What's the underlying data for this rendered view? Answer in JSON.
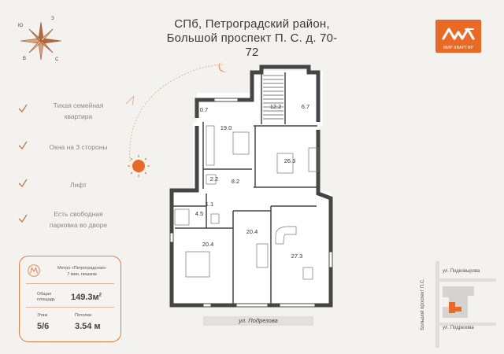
{
  "title": {
    "line1": "СПб, Петроградский район,",
    "line2": "Большой проспект П. С. д. 70-72"
  },
  "logo": {
    "caption": "МИР КВАРТИР",
    "color": "#ea6a25"
  },
  "compass": {
    "north": "З",
    "south": "В",
    "west": "Ю",
    "east": "С"
  },
  "features": [
    {
      "line1": "Тихая семейная",
      "line2": "квартира"
    },
    {
      "line1": "Окна на 3 стороны",
      "line2": ""
    },
    {
      "line1": "Лифт",
      "line2": ""
    },
    {
      "line1": "Есть свободная",
      "line2": "парковка во дворе"
    }
  ],
  "info": {
    "metro_line1": "Метро «Петроградская»",
    "metro_line2": "7 мин. пешком",
    "area_label_1": "Общая",
    "area_label_2": "площадь",
    "area_value": "149.3м",
    "area_sup": "2",
    "floor_label": "Этаж",
    "floor_value": "5/6",
    "ceiling_label": "Потолки",
    "ceiling_value": "3.54 м"
  },
  "rooms": {
    "r1": "0.7",
    "r2": "12.2",
    "r3": "6.7",
    "r4": "19.0",
    "r5": "26.3",
    "r6": "2.2",
    "r7": "8.2",
    "r8": "1.1",
    "r9": "4.5",
    "r10": "20.4",
    "r11": "20.4",
    "r12": "27.3"
  },
  "streets": {
    "bottom": "ул. Подрезова",
    "map_top": "ул. Подковырова",
    "map_bottom": "ул. Подрезова",
    "map_side": "Большой проспект П.С."
  },
  "colors": {
    "accent": "#ea6a25",
    "wall": "#454545"
  }
}
